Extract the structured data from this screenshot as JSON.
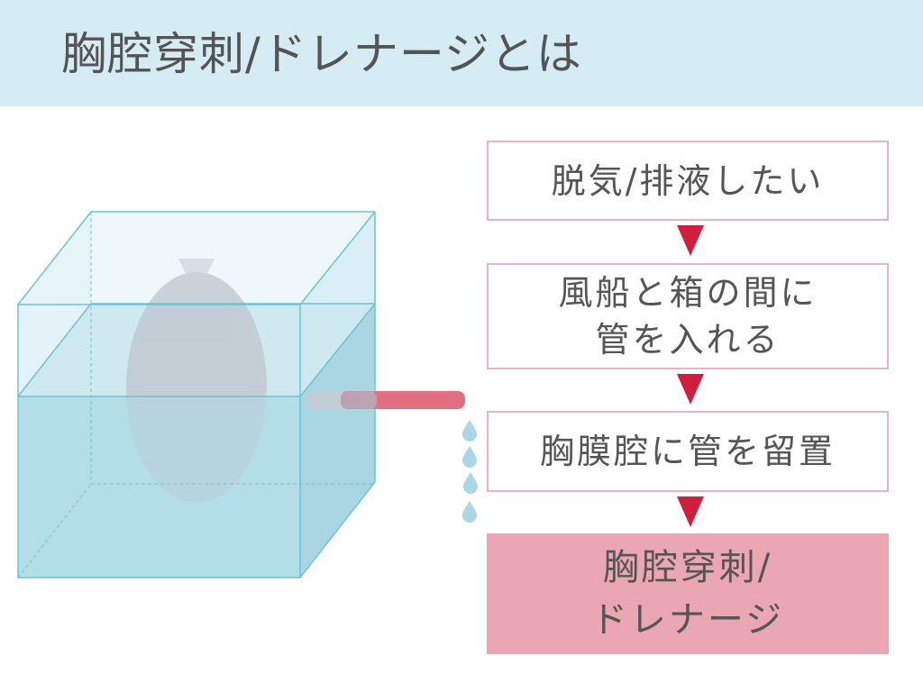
{
  "header": {
    "title": "胸腔穿刺/ドレナージとは",
    "background": "#d6ecf4"
  },
  "illustration": {
    "description": "Transparent box partially filled with water containing a balloon; a tube inserted between balloon and box drains water drops",
    "elements": [
      "box",
      "water",
      "balloon",
      "tube",
      "water-drops"
    ],
    "colors": {
      "box_edge": "#5bbccf",
      "water": "#b3dde7",
      "balloon": "#c9cdd6",
      "tube": "#e26f80",
      "drops": "#a9d7e6"
    },
    "drop_count": 4
  },
  "flow": {
    "steps": [
      {
        "lines": [
          "脱気/排液したい"
        ]
      },
      {
        "lines": [
          "風船と箱の間に",
          "管を入れる"
        ]
      },
      {
        "lines": [
          "胸膜腔に管を留置"
        ]
      },
      {
        "lines": [
          "胸腔穿刺/",
          "ドレナージ"
        ],
        "highlight": true
      }
    ],
    "arrow_color": "#cf1f3c",
    "box_border_color": "#e2b7c1",
    "final_fill_color": "#eaa7b3"
  }
}
